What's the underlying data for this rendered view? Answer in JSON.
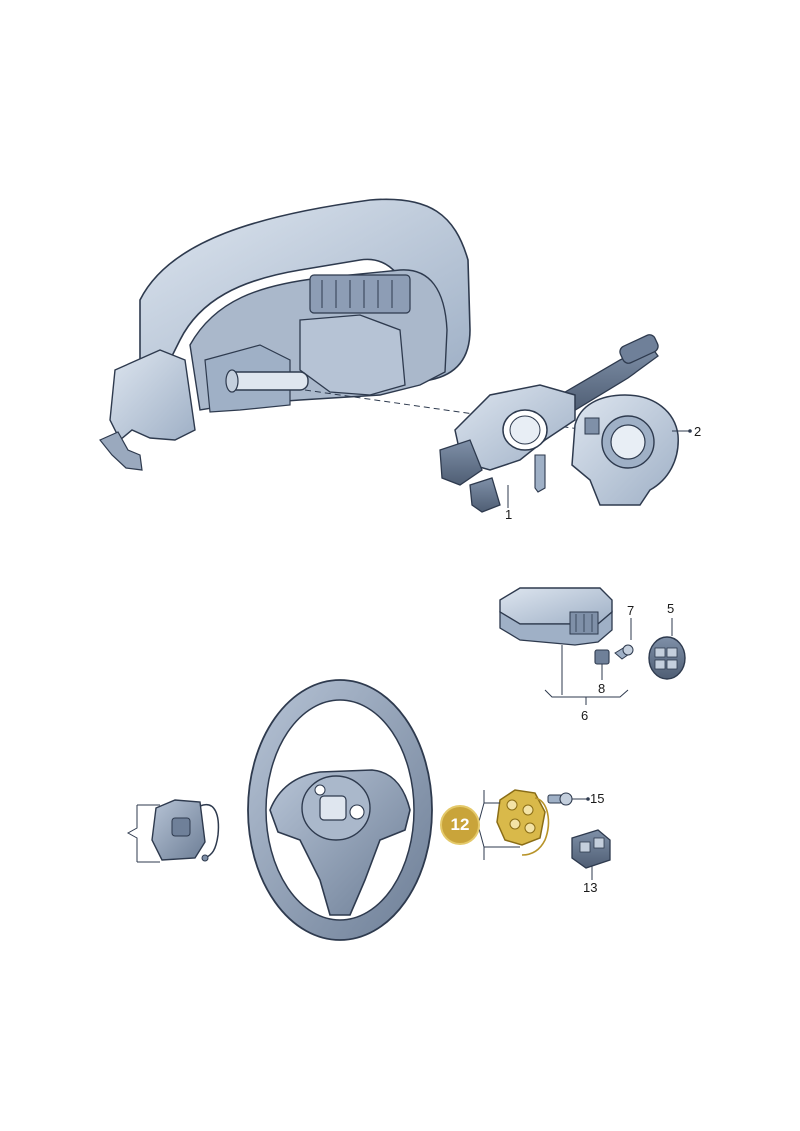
{
  "callouts": {
    "c1": "1",
    "c2": "2",
    "c5": "5",
    "c6": "6",
    "c7": "7",
    "c8": "8",
    "c12": "12",
    "c13": "13",
    "c15": "15"
  },
  "colors": {
    "part_fill": "#c9d3e2",
    "part_shadow": "#8a9ab2",
    "part_outline": "#2e3a4e",
    "highlight_fill": "#d9b94a",
    "highlight_badge": "#c9a43a"
  },
  "highlighted_part": "12"
}
